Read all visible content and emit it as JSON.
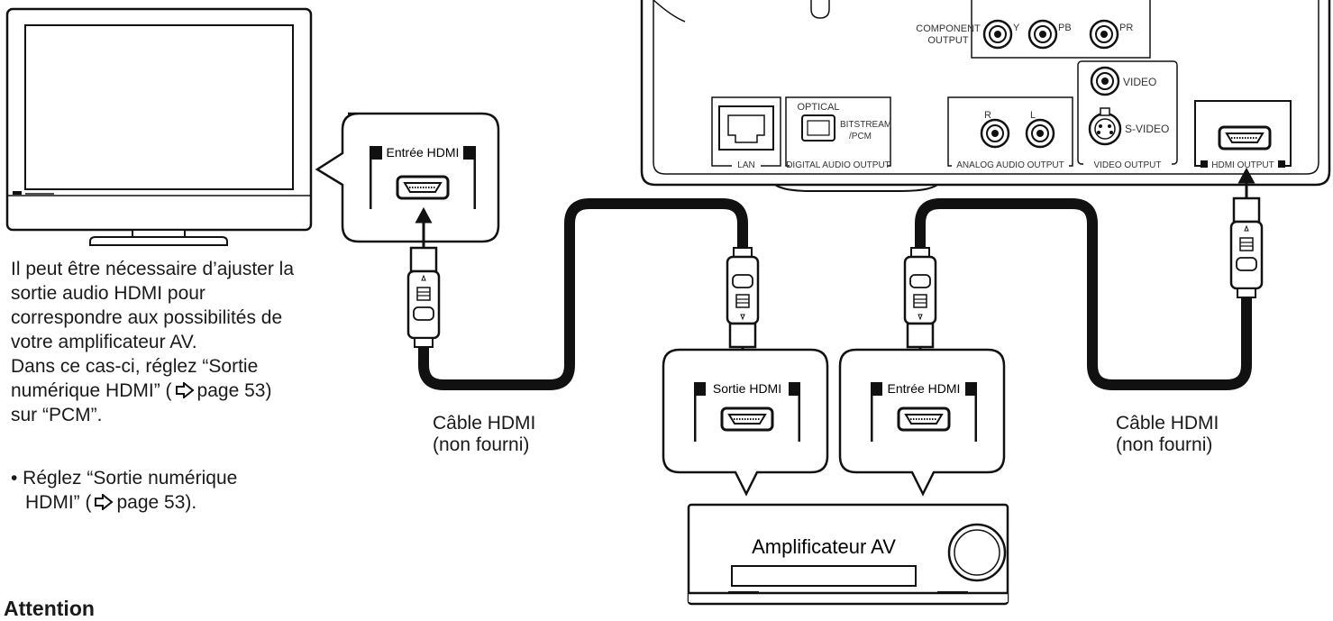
{
  "player_panel": {
    "component_label_1": "COMPONENT",
    "component_label_2": "OUTPUT",
    "comp_y": "Y",
    "comp_pb": "PB",
    "comp_pr": "PR",
    "video": "VIDEO",
    "s_video": "S-VIDEO",
    "lan": "LAN",
    "optical": "OPTICAL",
    "bitstream_1": "BITSTREAM",
    "bitstream_2": "/PCM",
    "digital_audio_output": "DIGITAL AUDIO OUTPUT",
    "analog_r": "R",
    "analog_l": "L",
    "analog_audio_output": "ANALOG AUDIO OUTPUT",
    "video_output": "VIDEO OUTPUT",
    "hdmi_output": "HDMI OUTPUT"
  },
  "callouts": {
    "tv_input": "Entrée HDMI",
    "amp_output": "Sortie HDMI",
    "amp_input": "Entrée HDMI"
  },
  "amplifier": {
    "label": "Amplificateur AV"
  },
  "cables": {
    "left_line1": "Câble HDMI",
    "left_line2": "(non fourni)",
    "right_line1": "Câble HDMI",
    "right_line2": "(non fourni)"
  },
  "note": {
    "line1": "Il peut être nécessaire d’ajuster la",
    "line2": "sortie audio HDMI pour",
    "line3": "correspondre aux possibilités de",
    "line4": "votre amplificateur AV.",
    "line5": "Dans ce cas-ci, réglez “Sortie",
    "line6a": "numérique HDMI” (",
    "line6b": "page 53)",
    "line7": "sur “PCM”."
  },
  "bullet": {
    "line1": "• Réglez “Sortie numérique",
    "line2a": "HDMI” (",
    "line2b": "page 53)."
  },
  "attention": "Attention"
}
